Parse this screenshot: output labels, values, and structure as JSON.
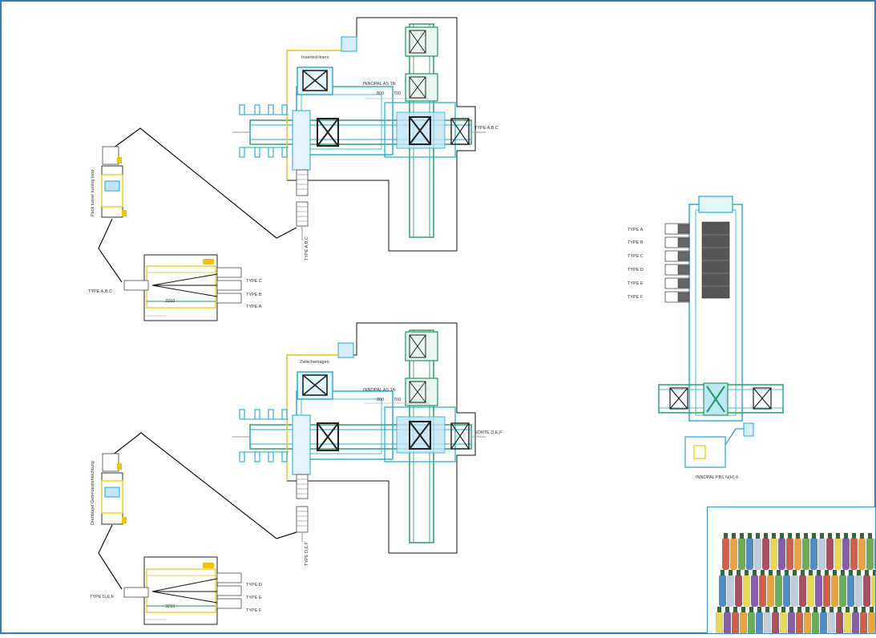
{
  "colors": {
    "frame": "#2f7fc1",
    "outline": "#111111",
    "conveyor_cyan": "#1fa7d9",
    "conveyor_green": "#1c9a5c",
    "accent_yellow": "#f2c200",
    "dark_module": "#2b2b2b",
    "label": "#333333"
  },
  "upper_line": {
    "machine_label": "INNOPAL AS 1N",
    "dim_a": "800",
    "dim_b": "700",
    "interlayer_label": "Inserted liners",
    "outfeed_label": "TYPE A,B,C",
    "down_label": "TYPE A,B,C",
    "loop_label": "Pack turner turning loop",
    "sorter": {
      "infeed_label": "TYPE A,B,C",
      "dimension": "3210",
      "outputs": [
        "TYPE C",
        "TYPE B",
        "TYPE A"
      ]
    }
  },
  "lower_line": {
    "machine_label": "INNOPAL AS 1N",
    "dim_a": "800",
    "dim_b": "700",
    "interlayer_label": "Zwischenlagen",
    "outfeed_label": "SORTE D,E,F",
    "down_label": "TYPE D,E,F",
    "loop_label": "Drehbügel Gebindedrehtrichtung",
    "sorter": {
      "infeed_label": "TYPE D,E,F",
      "dimension": "3210",
      "outputs": [
        "TYPE D",
        "TYPE E",
        "TYPE F"
      ]
    }
  },
  "right_machine": {
    "label": "INNOPAL PB1 N(H) 6",
    "types": [
      "TYPE A",
      "TYPE B",
      "TYPE C",
      "TYPE D",
      "TYPE E",
      "TYPE F"
    ]
  },
  "photo": {
    "icon": "palletized-bottle-packs-photo"
  }
}
